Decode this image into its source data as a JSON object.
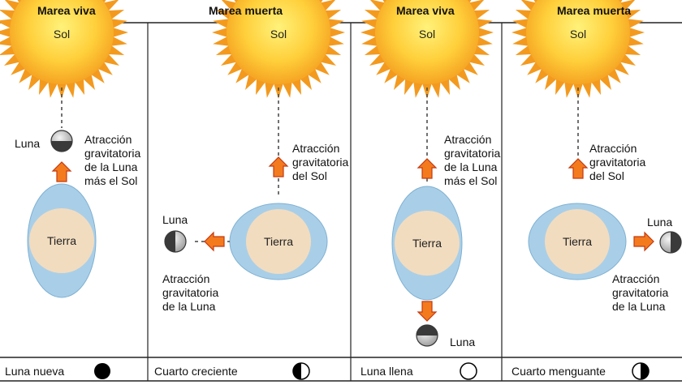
{
  "panels": [
    {
      "header": "Marea viva",
      "sun": "Sol",
      "earth": "Tierra",
      "moon": "Luna",
      "attraction": [
        "Atracción",
        "gravitatoria",
        "de la Luna",
        "más el Sol"
      ],
      "phase": "Luna nueva",
      "phase_icon": "new-moon-icon"
    },
    {
      "header": "Marea muerta",
      "sun": "Sol",
      "earth": "Tierra",
      "moon": "Luna",
      "attraction_sun": [
        "Atracción",
        "gravitatoria",
        "del Sol"
      ],
      "attraction_moon": [
        "Atracción",
        "gravitatoria",
        "de la Luna"
      ],
      "phase": "Cuarto creciente",
      "phase_icon": "first-quarter-moon-icon"
    },
    {
      "header": "Marea viva",
      "sun": "Sol",
      "earth": "Tierra",
      "moon": "Luna",
      "attraction": [
        "Atracción",
        "gravitatoria",
        "de la Luna",
        "más el Sol"
      ],
      "phase": "Luna llena",
      "phase_icon": "full-moon-icon"
    },
    {
      "header": "Marea muerta",
      "sun": "Sol",
      "earth": "Tierra",
      "moon": "Luna",
      "attraction_sun": [
        "Atracción",
        "gravitatoria",
        "del Sol"
      ],
      "attraction_moon": [
        "Atracción",
        "gravitatoria",
        "de la Luna"
      ],
      "phase": "Cuarto menguante",
      "phase_icon": "last-quarter-moon-icon"
    }
  ],
  "colors": {
    "sun_outer": "#f39a1e",
    "sun_inner": "#ffcf3a",
    "tide_bulge": "#a9cfe8",
    "earth": "#f2dcbf",
    "arrow_fill": "#f47a1e",
    "arrow_edge": "#c33a12",
    "moon_light": "#e4e4e4",
    "moon_dark": "#3a3a3a"
  }
}
